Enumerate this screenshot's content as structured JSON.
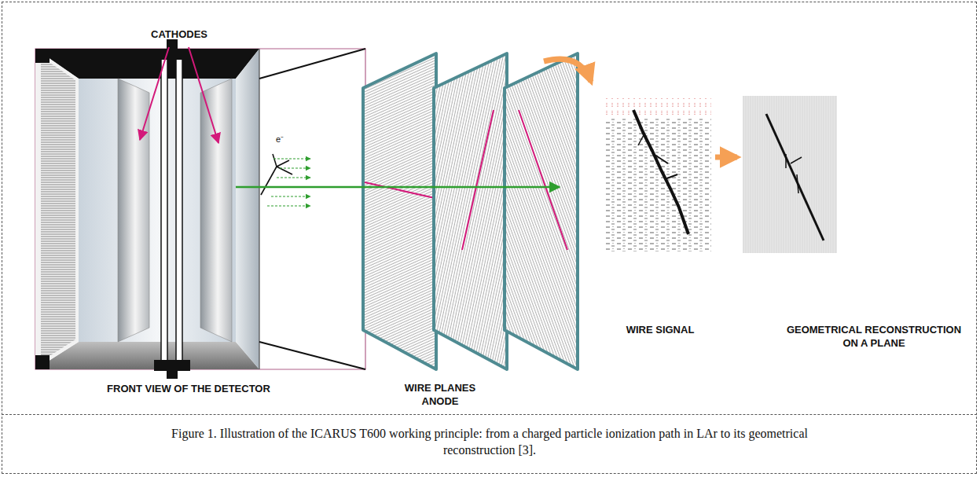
{
  "diagram": {
    "caption": "Figure 1. Illustration of the ICARUS T600 working principle: from a charged particle ionization path in LAr to its geometrical reconstruction [3].",
    "labels": [
      "CATHODES",
      "e⁻",
      "FRONT VIEW OF THE DETECTOR",
      "WIRE PLANES ANODE",
      "WIRE SIGNAL",
      "GEOMETRICAL RECONSTRUCTION ON A PLANE"
    ]
  }
}
